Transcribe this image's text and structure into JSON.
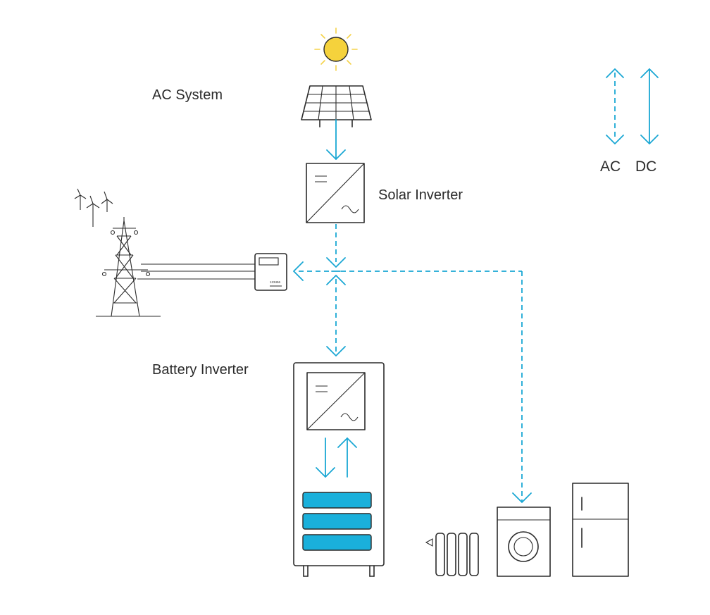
{
  "labels": {
    "system_title": "AC System",
    "solar_inverter": "Solar Inverter",
    "battery_inverter": "Battery Inverter",
    "meter_number": "123456"
  },
  "legend": {
    "ac": "AC",
    "dc": "DC"
  },
  "colors": {
    "flow": "#1aa7d4",
    "battery_fill": "#1ab0db",
    "sun_fill": "#f5d23c",
    "sun_rays": "#f5d34a",
    "line_art": "#2b2b2b"
  },
  "icons": {
    "sun": "sun-icon",
    "solar_panel": "solar-panel-icon",
    "inverter": "inverter-icon",
    "grid": "power-pylon-icon",
    "wind": "wind-turbine-icon",
    "meter": "electricity-meter-icon",
    "battery": "battery-module-icon",
    "radiator": "radiator-icon",
    "washer": "washing-machine-icon",
    "fridge": "refrigerator-icon"
  }
}
